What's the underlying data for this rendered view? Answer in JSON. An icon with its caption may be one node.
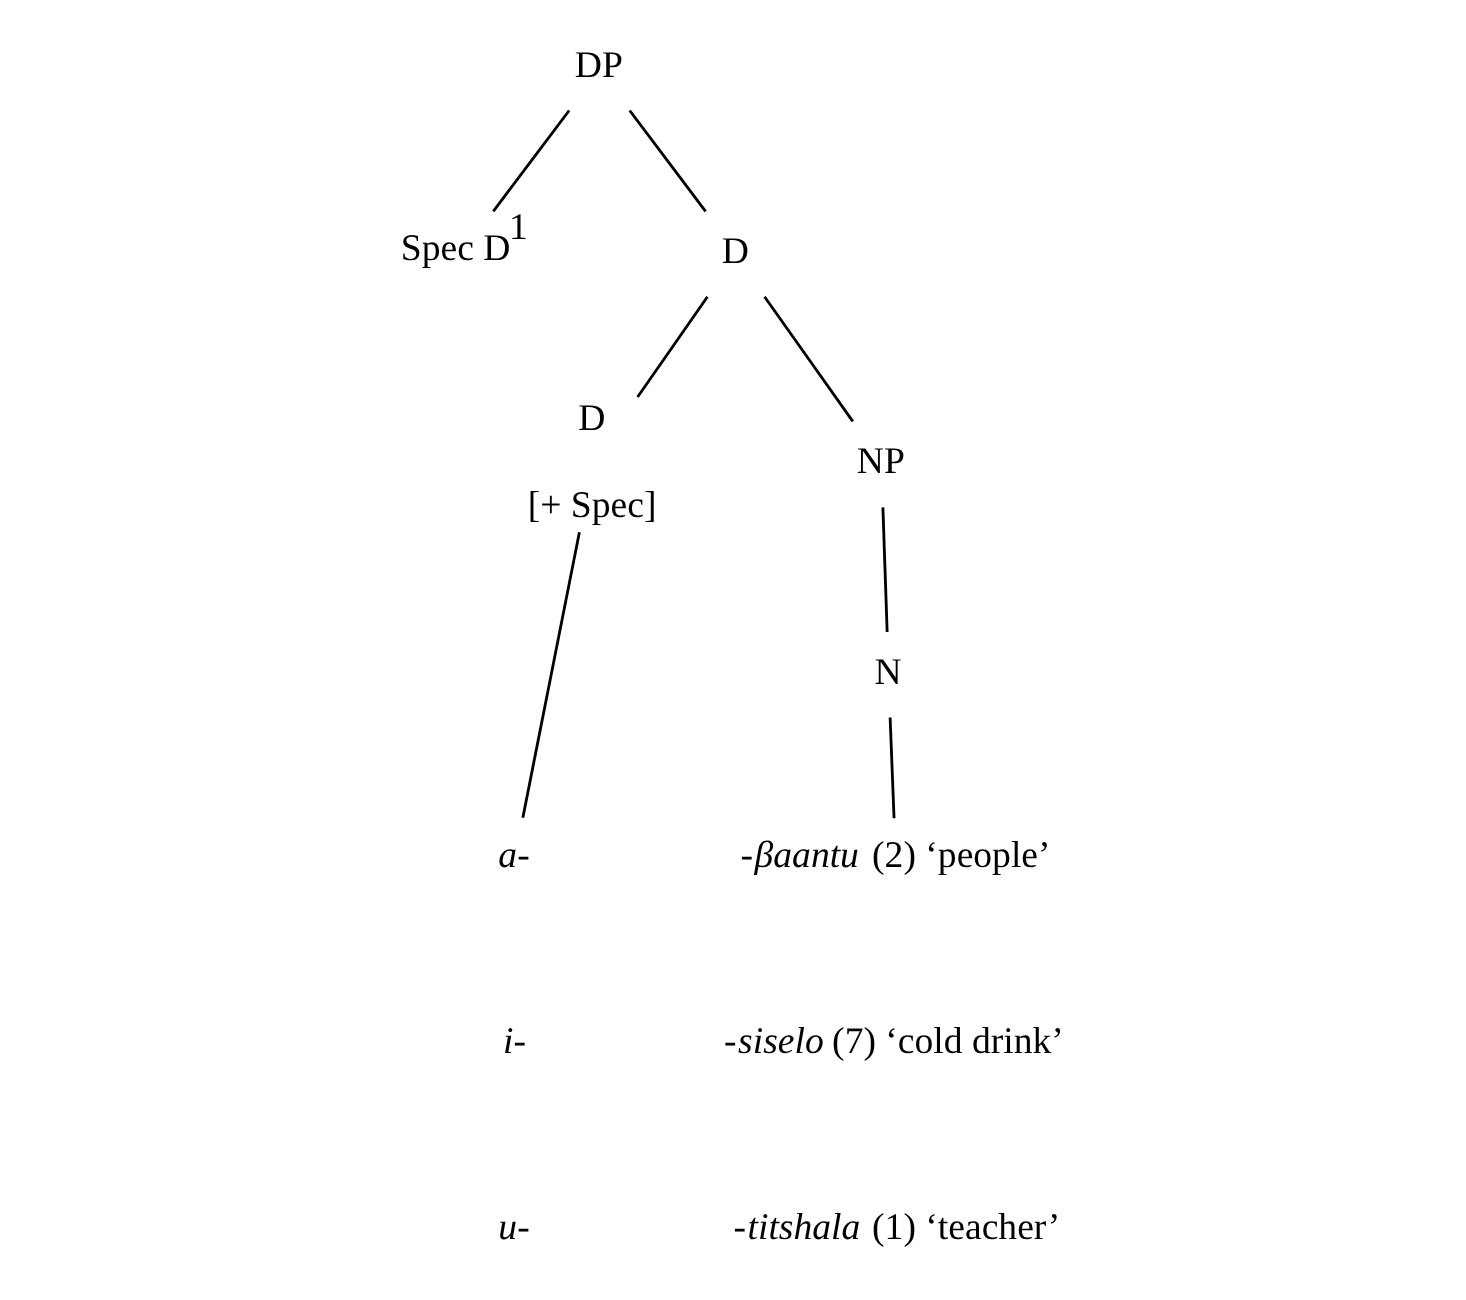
{
  "diagram": {
    "nodes": [
      {
        "text": [
          "DP"
        ]
      },
      {
        "text": [
          "Spec D$^{1}$"
        ]
      },
      {
        "text": [
          "D"
        ]
      },
      {
        "text": [
          "D",
          "[+ Spec]"
        ]
      },
      {
        "text": [
          "NP"
        ]
      },
      {
        "text": [
          "N"
        ]
      },
      {
        "text": [
          "a-"
        ]
      },
      {
        "text": [
          "-*βaantu* (2) ‘people’"
        ]
      }
    ],
    "edges": [
      {
        "from": 0,
        "to": 1,
        "arrow": "none"
      },
      {
        "from": 0,
        "to": 2,
        "arrow": "none"
      },
      {
        "from": 2,
        "to": 3,
        "arrow": "none"
      },
      {
        "from": 2,
        "to": 4,
        "arrow": "none"
      },
      {
        "from": 4,
        "to": 5,
        "arrow": "none"
      },
      {
        "from": 3,
        "to": 6,
        "arrow": "none"
      },
      {
        "from": 5,
        "to": 7,
        "arrow": "none"
      }
    ],
    "labels": [
      "i-",
      "-*siselo* (7) ‘cold drink’",
      "u-",
      "-*titshala* (1) ‘teacher’"
    ]
  }
}
